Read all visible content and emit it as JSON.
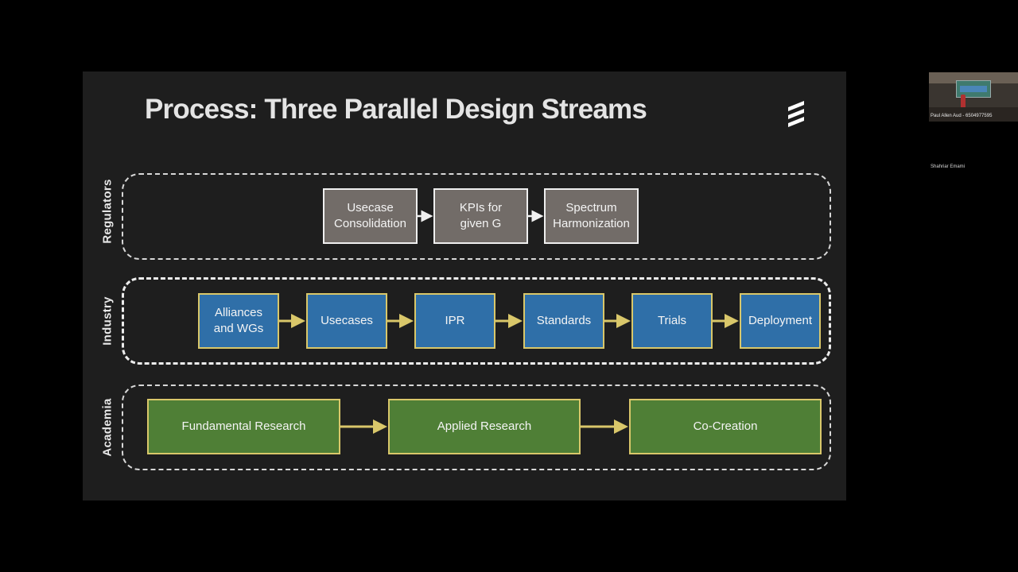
{
  "slide": {
    "title": "Process: Three Parallel Design Streams",
    "accent_colors": {
      "gray_box": "#726c68",
      "blue_box": "#2f6fa8",
      "green_box": "#4f7f36",
      "arrow_gold": "#d9c76a"
    },
    "lanes": {
      "regulators": {
        "label": "Regulators",
        "steps": [
          "Usecase Consolidation",
          "KPIs for given G",
          "Spectrum Harmonization"
        ]
      },
      "industry": {
        "label": "Industry",
        "steps": [
          "Alliances and WGs",
          "Usecases",
          "IPR",
          "Standards",
          "Trials",
          "Deployment"
        ]
      },
      "academia": {
        "label": "Academia",
        "steps": [
          "Fundamental Research",
          "Applied Research",
          "Co-Creation"
        ]
      }
    }
  },
  "video_call": {
    "participants": [
      {
        "name": "Paul Allen Aud - 6504977595"
      },
      {
        "name": "Shahriar Emami"
      }
    ]
  }
}
